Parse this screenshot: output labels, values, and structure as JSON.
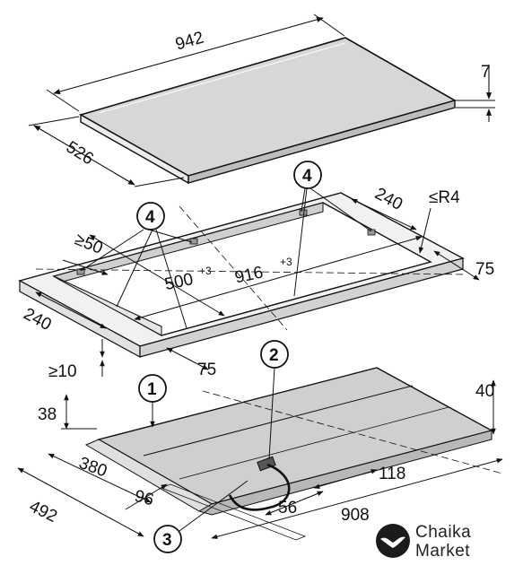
{
  "dimensions": {
    "top_width": "942",
    "top_depth": "526",
    "glass_thickness": "7",
    "frame_width_right": "240",
    "corner_radius": "≤R4",
    "min_edge_left": "≥50",
    "cutout_depth": "500",
    "cutout_depth_tol": "+3",
    "cutout_width": "916",
    "cutout_width_tol": "+3",
    "right_margin": "75",
    "frame_width_left": "240",
    "min_bottom": "≥10",
    "bottom_margin": "75",
    "unit_height": "38",
    "unit_height_right": "40",
    "unit_depth": "380",
    "unit_total_depth": "492",
    "connector_offset": "96",
    "cable_offset": "56",
    "right_offset": "118",
    "bottom_width": "908"
  },
  "callouts": {
    "c1": "1",
    "c2": "2",
    "c3": "3",
    "c4": "4"
  },
  "logo": {
    "line1": "Chaika",
    "line2": "Market"
  }
}
